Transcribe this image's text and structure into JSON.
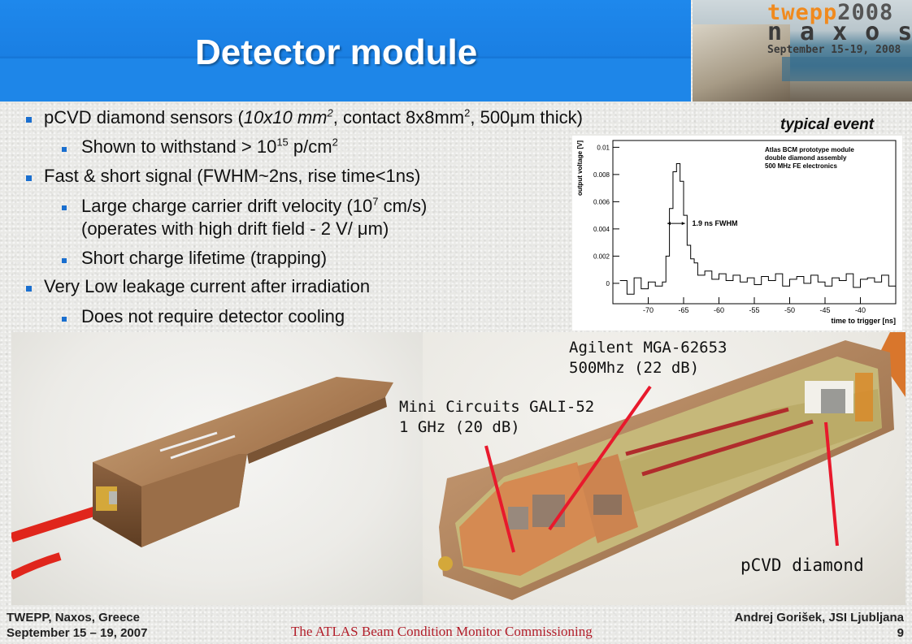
{
  "slide": {
    "title": "Detector module",
    "logo": {
      "line1a": "twepp",
      "line1b": "2008",
      "line2": "naxos",
      "line3": "September 15-19, 2008"
    }
  },
  "bullets": [
    {
      "pre": "pCVD diamond sensors (",
      "italic": "10x10 mm",
      "sup1": "2",
      "mid": ", contact 8x8mm",
      "sup2": "2",
      "post": ", 500μm thick)"
    },
    {
      "pre": "Shown to withstand > 10",
      "sup": "15",
      "mid": " p/cm",
      "sup2": "2"
    },
    {
      "text": "Fast & short signal (FWHM~2ns, rise time<1ns)"
    },
    {
      "pre": "Large charge carrier drift velocity (10",
      "sup": "7",
      "post": " cm/s)",
      "line2": "(operates with high drift field - 2 V/ μm)"
    },
    {
      "text": "Short charge lifetime (trapping)"
    },
    {
      "text": "Very Low leakage current after irradiation"
    },
    {
      "text": "Does not require detector cooling"
    }
  ],
  "typical_event_label": "typical event",
  "chart_data": {
    "type": "line",
    "title": "",
    "xlabel": "time to trigger [ns]",
    "ylabel": "output voltage [V]",
    "xlim": [
      -75,
      -35
    ],
    "ylim": [
      -0.0015,
      0.0105
    ],
    "x_ticks": [
      -70,
      -65,
      -60,
      -55,
      -50,
      -45,
      -40
    ],
    "y_ticks": [
      0,
      0.002,
      0.004,
      0.006,
      0.008,
      0.01
    ],
    "y_tick_labels": [
      "0",
      "0.002",
      "0.004",
      "0.006",
      "0.008",
      "0.01"
    ],
    "legend_lines": [
      "Atlas BCM prototype module",
      "double diamond assembly",
      "500 MHz FE electronics"
    ],
    "annotation": "1.9 ns FWHM",
    "grid": false,
    "series": [
      {
        "x": [
          -74,
          -73,
          -72,
          -71,
          -70,
          -69,
          -68,
          -67.5,
          -67,
          -66.5,
          -66,
          -65.5,
          -65,
          -64.5,
          -64,
          -63.5,
          -63,
          -62,
          -61,
          -60,
          -59,
          -58,
          -57,
          -56,
          -55,
          -54,
          -53,
          -52,
          -51,
          -50,
          -49,
          -48,
          -47,
          -46,
          -45,
          -44,
          -43,
          -42,
          -41,
          -40,
          -39,
          -38,
          -37,
          -36,
          -35
        ],
        "y": [
          0.0002,
          -0.0008,
          0.0004,
          -0.0004,
          0.0001,
          -0.0002,
          0.0001,
          0.002,
          0.0055,
          0.0082,
          0.0088,
          0.0075,
          0.005,
          0.0028,
          0.0018,
          0.0015,
          0.0006,
          0.0009,
          0.0003,
          0.0007,
          0.0002,
          0.0006,
          0.0001,
          0.0004,
          -0.0001,
          0.0005,
          0.0002,
          0.0007,
          -0.0002,
          0.0003,
          0.0005,
          0.0,
          0.0006,
          0.0001,
          -0.0002,
          0.0004,
          0.0002,
          0.0007,
          -0.0003,
          0.0003,
          0.0004,
          0.0001,
          0.0006,
          -0.0002,
          0.0003
        ]
      }
    ]
  },
  "labels": {
    "agilent_1": "Agilent MGA-62653",
    "agilent_2": "500Mhz (22 dB)",
    "mini_1": "Mini Circuits GALI-52",
    "mini_2": "1 GHz (20 dB)",
    "pcvd": "pCVD diamond"
  },
  "footer": {
    "left_1": "TWEPP, Naxos, Greece",
    "left_2": "September 15 – 19, 2007",
    "center": "The ATLAS Beam Condition Monitor Commissioning",
    "right_1": "Andrej Gorišek, JSI Ljubljana",
    "right_2": "9"
  },
  "colors": {
    "header_blue": "#1e86e8",
    "bullet_blue": "#1a6fcf",
    "footer_red": "#b21e2a",
    "pointer_red": "#e8192c"
  }
}
